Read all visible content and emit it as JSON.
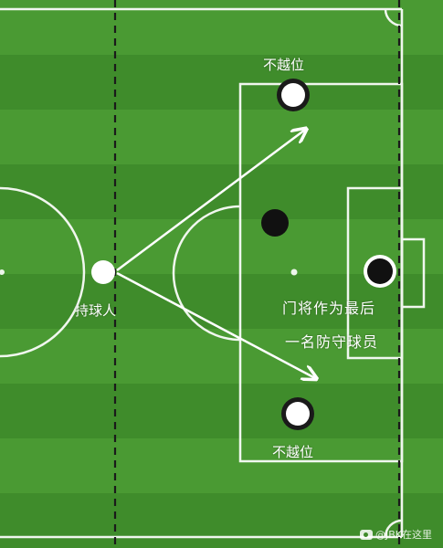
{
  "labels": {
    "top_player": "不越位",
    "bottom_player": "不越位",
    "ball_carrier": "持球人",
    "note_line1": "门将作为最后",
    "note_line2": "一名防守球员"
  },
  "watermark": "@JBK在这里",
  "colors": {
    "grass_light": "#4a9a33",
    "grass_dark": "#3b8326",
    "line": "#ffffff",
    "offside_line": "#1a1a1a",
    "attacker": "#ffffff",
    "defender": "#111111"
  }
}
